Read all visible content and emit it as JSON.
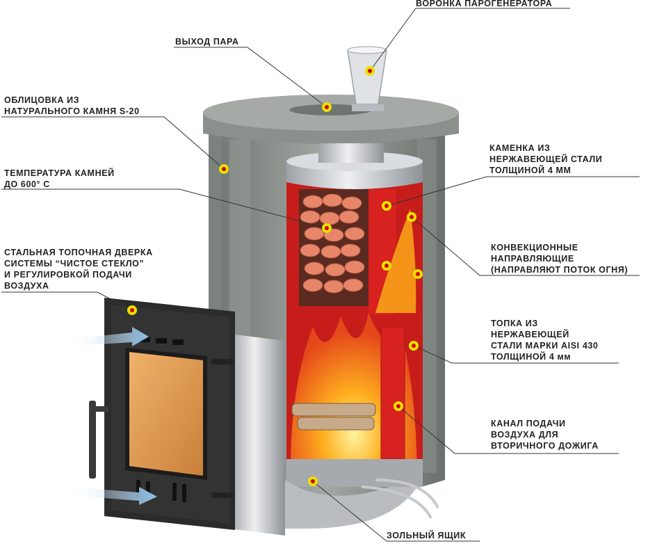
{
  "colors": {
    "text": "#222222",
    "marker_fill": "#e8e000",
    "marker_center": "#d40000",
    "leader_line": "#333333",
    "stone": "#8f9591",
    "steel": "#c9ccd0",
    "firebox_red": "#d8221f",
    "flame": "#f7a21a",
    "rocks": "#e8866a",
    "door": "#2b2b2b",
    "glass": "#d89548",
    "air_arrow": "#9dc9ee"
  },
  "labels": {
    "funnel": [
      "ВОРОНКА ПАРОГЕНЕРАТОРА"
    ],
    "steam_outlet": [
      "ВЫХОД ПАРА"
    ],
    "cladding": [
      "ОБЛИЦОВКА ИЗ",
      "НАТУРАЛЬНОГО КАМНЯ S-20"
    ],
    "stone_temp": [
      "ТЕМПЕРАТУРА КАМНЕЙ",
      "ДО 600° С"
    ],
    "door": [
      "СТАЛЬНАЯ ТОПОЧНАЯ ДВЕРКА",
      "СИСТЕМЫ “ЧИСТОЕ СТЕКЛО”",
      "И РЕГУЛИРОВКОЙ ПОДАЧИ",
      "ВОЗДУХА"
    ],
    "heater": [
      "КАМЕНКА ИЗ",
      "НЕРЖАВЕЮЩЕЙ СТАЛИ",
      "ТОЛЩИНОЙ 4 ММ"
    ],
    "convection": [
      "КОНВЕКЦИОННЫЕ",
      "НАПРАВЛЯЮЩИЕ",
      "(НАПРАВЛЯЮТ ПОТОК ОГНЯ)"
    ],
    "firebox": [
      "ТОПКА ИЗ",
      "НЕРЖАВЕЮЩЕЙ",
      "СТАЛИ МАРКИ AISI 430",
      "ТОЛЩИНОЙ 4 мм"
    ],
    "air_channel": [
      "КАНАЛ ПОДАЧИ",
      "ВОЗДУХА ДЛЯ",
      "ВТОРИЧНОГО ДОЖИГА"
    ],
    "ash_box": [
      "ЗОЛЬНЫЙ ЯЩИК"
    ]
  }
}
